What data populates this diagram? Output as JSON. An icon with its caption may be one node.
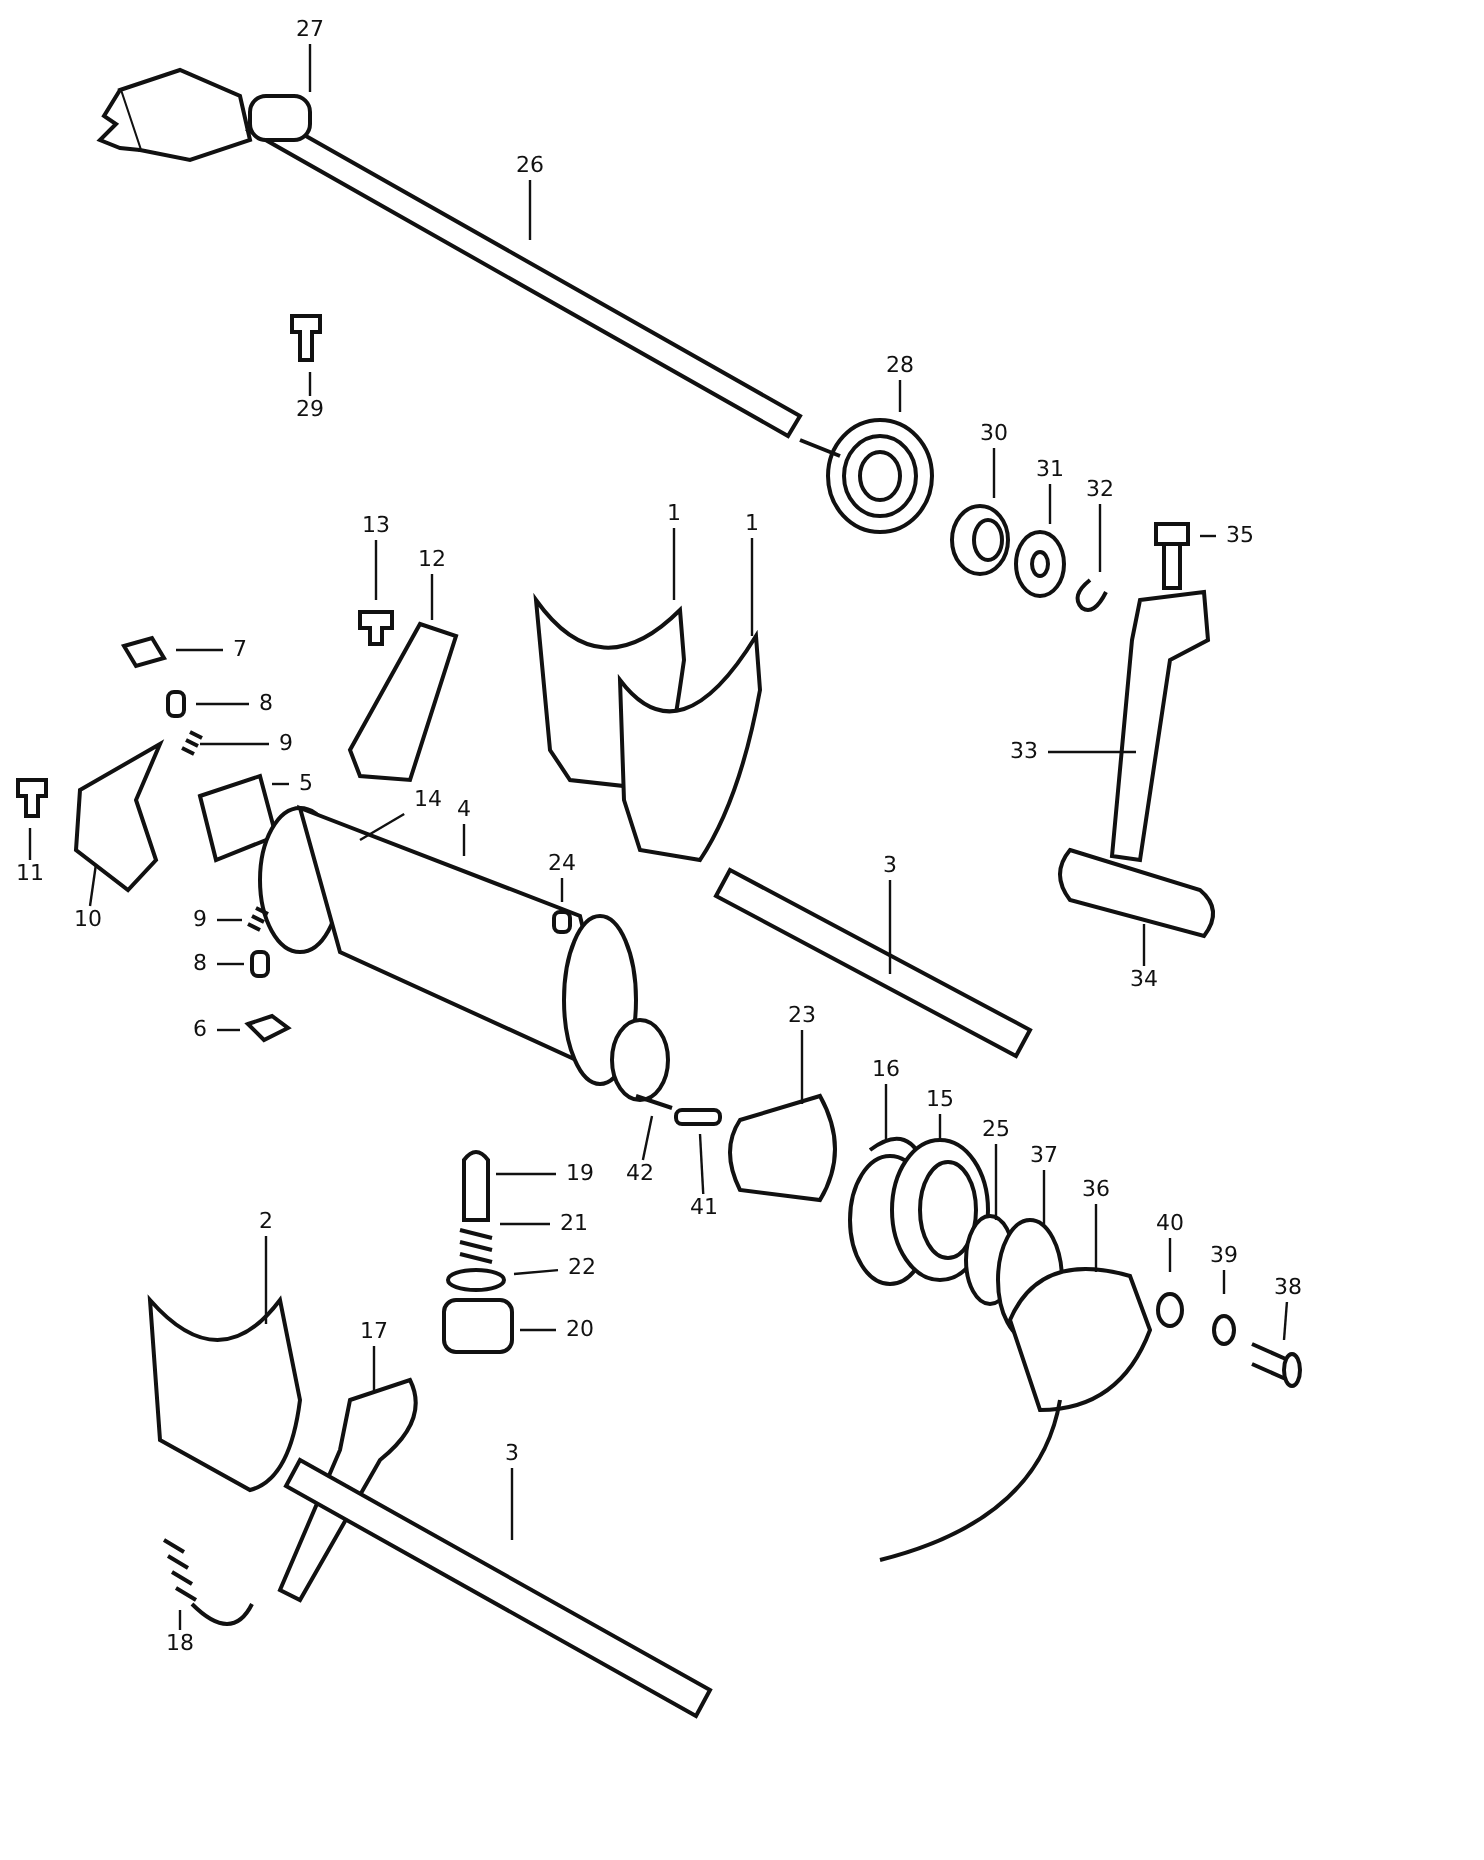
{
  "diagram": {
    "nodes": [
      {
        "text": [
          "27"
        ]
      },
      {
        "text": [
          "26"
        ]
      },
      {
        "text": [
          "29"
        ]
      },
      {
        "text": [
          "28"
        ]
      },
      {
        "text": [
          "30"
        ]
      },
      {
        "text": [
          "31"
        ]
      },
      {
        "text": [
          "32"
        ]
      },
      {
        "text": [
          "35"
        ]
      },
      {
        "text": [
          "13"
        ]
      },
      {
        "text": [
          "12"
        ]
      },
      {
        "text": [
          "1"
        ]
      },
      {
        "text": [
          "1"
        ]
      },
      {
        "text": [
          "7"
        ]
      },
      {
        "text": [
          "8"
        ]
      },
      {
        "text": [
          "9"
        ]
      },
      {
        "text": [
          "33"
        ]
      },
      {
        "text": [
          "5"
        ]
      },
      {
        "text": [
          "14"
        ]
      },
      {
        "text": [
          "4"
        ]
      },
      {
        "text": [
          "11"
        ]
      },
      {
        "text": [
          "10"
        ]
      },
      {
        "text": [
          "3"
        ]
      },
      {
        "text": [
          "24"
        ]
      },
      {
        "text": [
          "9"
        ]
      },
      {
        "text": [
          "8"
        ]
      },
      {
        "text": [
          "6"
        ]
      },
      {
        "text": [
          "34"
        ]
      },
      {
        "text": [
          "23"
        ]
      },
      {
        "text": [
          "16"
        ]
      },
      {
        "text": [
          "15"
        ]
      },
      {
        "text": [
          "42"
        ]
      },
      {
        "text": [
          "41"
        ]
      },
      {
        "text": [
          "25"
        ]
      },
      {
        "text": [
          "37"
        ]
      },
      {
        "text": [
          "36"
        ]
      },
      {
        "text": [
          "40"
        ]
      },
      {
        "text": [
          "39"
        ]
      },
      {
        "text": [
          "38"
        ]
      },
      {
        "text": [
          "19"
        ]
      },
      {
        "text": [
          "21"
        ]
      },
      {
        "text": [
          "22"
        ]
      },
      {
        "text": [
          "2"
        ]
      },
      {
        "text": [
          "20"
        ]
      },
      {
        "text": [
          "17"
        ]
      },
      {
        "text": [
          "3"
        ]
      },
      {
        "text": [
          "18"
        ]
      }
    ],
    "edges": [
      {
        "from": 0,
        "to": null,
        "arrow": "none"
      },
      {
        "from": 1,
        "to": null,
        "arrow": "none"
      },
      {
        "from": 2,
        "to": null,
        "arrow": "none"
      },
      {
        "from": 3,
        "to": null,
        "arrow": "none"
      },
      {
        "from": 4,
        "to": null,
        "arrow": "none"
      },
      {
        "from": 5,
        "to": null,
        "arrow": "none"
      },
      {
        "from": 6,
        "to": null,
        "arrow": "none"
      },
      {
        "from": 7,
        "to": null,
        "arrow": "none"
      },
      {
        "from": 8,
        "to": null,
        "arrow": "none"
      },
      {
        "from": 9,
        "to": null,
        "arrow": "none"
      },
      {
        "from": 10,
        "to": null,
        "arrow": "none"
      },
      {
        "from": 11,
        "to": null,
        "arrow": "none"
      },
      {
        "from": 12,
        "to": null,
        "arrow": "none"
      },
      {
        "from": 13,
        "to": null,
        "arrow": "none"
      },
      {
        "from": 14,
        "to": null,
        "arrow": "none"
      },
      {
        "from": 15,
        "to": null,
        "arrow": "none"
      },
      {
        "from": 16,
        "to": null,
        "arrow": "none"
      },
      {
        "from": 17,
        "to": null,
        "arrow": "none"
      },
      {
        "from": 18,
        "to": null,
        "arrow": "none"
      },
      {
        "from": 19,
        "to": null,
        "arrow": "none"
      },
      {
        "from": 20,
        "to": null,
        "arrow": "none"
      },
      {
        "from": 21,
        "to": null,
        "arrow": "none"
      },
      {
        "from": 22,
        "to": null,
        "arrow": "none"
      },
      {
        "from": 23,
        "to": null,
        "arrow": "none"
      },
      {
        "from": 24,
        "to": null,
        "arrow": "none"
      },
      {
        "from": 25,
        "to": null,
        "arrow": "none"
      },
      {
        "from": 26,
        "to": null,
        "arrow": "none"
      },
      {
        "from": 27,
        "to": null,
        "arrow": "none"
      },
      {
        "from": 28,
        "to": null,
        "arrow": "none"
      },
      {
        "from": 29,
        "to": null,
        "arrow": "none"
      },
      {
        "from": 30,
        "to": null,
        "arrow": "none"
      },
      {
        "from": 31,
        "to": null,
        "arrow": "none"
      },
      {
        "from": 32,
        "to": null,
        "arrow": "none"
      },
      {
        "from": 33,
        "to": null,
        "arrow": "none"
      },
      {
        "from": 34,
        "to": null,
        "arrow": "none"
      },
      {
        "from": 35,
        "to": null,
        "arrow": "none"
      },
      {
        "from": 36,
        "to": null,
        "arrow": "none"
      },
      {
        "from": 37,
        "to": null,
        "arrow": "none"
      },
      {
        "from": 38,
        "to": null,
        "arrow": "none"
      },
      {
        "from": 39,
        "to": null,
        "arrow": "none"
      },
      {
        "from": 40,
        "to": null,
        "arrow": "none"
      },
      {
        "from": 41,
        "to": null,
        "arrow": "none"
      },
      {
        "from": 42,
        "to": null,
        "arrow": "none"
      },
      {
        "from": 43,
        "to": null,
        "arrow": "none"
      },
      {
        "from": 44,
        "to": null,
        "arrow": "none"
      },
      {
        "from": 45,
        "to": null,
        "arrow": "none"
      }
    ]
  }
}
